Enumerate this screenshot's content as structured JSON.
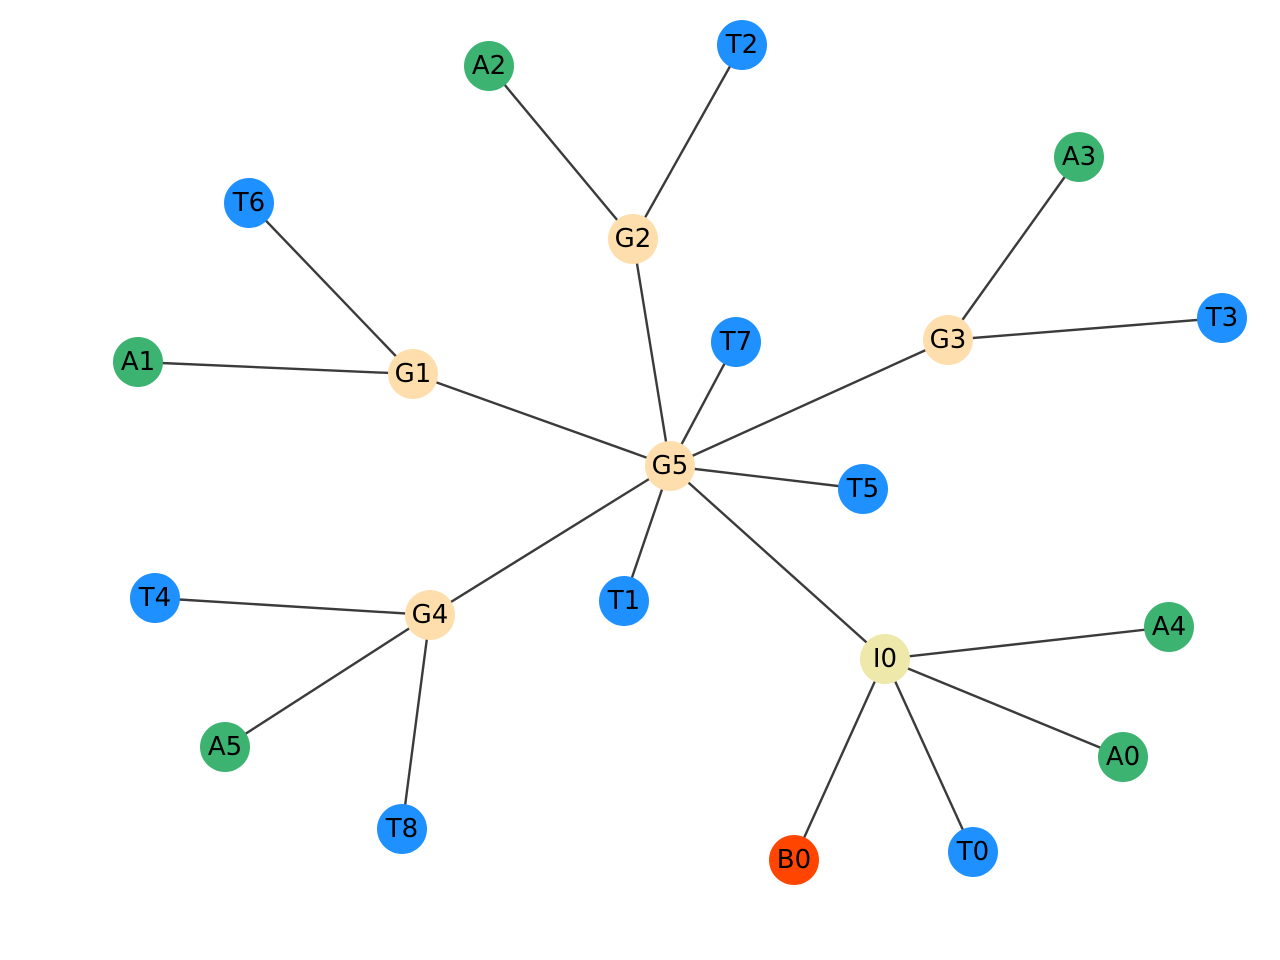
{
  "colors": {
    "group": "#ffdead",
    "tool": "#1e90ff",
    "agent": "#3cb371",
    "interface": "#eee8aa",
    "boundary": "#ff4500",
    "edge": "#3b3b3b"
  },
  "nodes": [
    {
      "id": "G5",
      "label": "G5",
      "kind": "group"
    },
    {
      "id": "G1",
      "label": "G1",
      "kind": "group"
    },
    {
      "id": "G2",
      "label": "G2",
      "kind": "group"
    },
    {
      "id": "G3",
      "label": "G3",
      "kind": "group"
    },
    {
      "id": "G4",
      "label": "G4",
      "kind": "group"
    },
    {
      "id": "I0",
      "label": "I0",
      "kind": "interface"
    },
    {
      "id": "B0",
      "label": "B0",
      "kind": "boundary"
    },
    {
      "id": "T0",
      "label": "T0",
      "kind": "tool"
    },
    {
      "id": "T1",
      "label": "T1",
      "kind": "tool"
    },
    {
      "id": "T2",
      "label": "T2",
      "kind": "tool"
    },
    {
      "id": "T3",
      "label": "T3",
      "kind": "tool"
    },
    {
      "id": "T4",
      "label": "T4",
      "kind": "tool"
    },
    {
      "id": "T5",
      "label": "T5",
      "kind": "tool"
    },
    {
      "id": "T6",
      "label": "T6",
      "kind": "tool"
    },
    {
      "id": "T7",
      "label": "T7",
      "kind": "tool"
    },
    {
      "id": "T8",
      "label": "T8",
      "kind": "tool"
    },
    {
      "id": "A0",
      "label": "A0",
      "kind": "agent"
    },
    {
      "id": "A1",
      "label": "A1",
      "kind": "agent"
    },
    {
      "id": "A2",
      "label": "A2",
      "kind": "agent"
    },
    {
      "id": "A3",
      "label": "A3",
      "kind": "agent"
    },
    {
      "id": "A4",
      "label": "A4",
      "kind": "agent"
    },
    {
      "id": "A5",
      "label": "A5",
      "kind": "agent"
    }
  ],
  "edges": [
    [
      "G5",
      "G1"
    ],
    [
      "G5",
      "G2"
    ],
    [
      "G5",
      "G3"
    ],
    [
      "G5",
      "G4"
    ],
    [
      "G5",
      "T7"
    ],
    [
      "G5",
      "T5"
    ],
    [
      "G5",
      "T1"
    ],
    [
      "G5",
      "I0"
    ],
    [
      "G1",
      "T6"
    ],
    [
      "G1",
      "A1"
    ],
    [
      "G2",
      "A2"
    ],
    [
      "G2",
      "T2"
    ],
    [
      "G3",
      "A3"
    ],
    [
      "G3",
      "T3"
    ],
    [
      "G4",
      "T4"
    ],
    [
      "G4",
      "A5"
    ],
    [
      "G4",
      "T8"
    ],
    [
      "I0",
      "A4"
    ],
    [
      "I0",
      "A0"
    ],
    [
      "I0",
      "T0"
    ],
    [
      "I0",
      "B0"
    ]
  ]
}
